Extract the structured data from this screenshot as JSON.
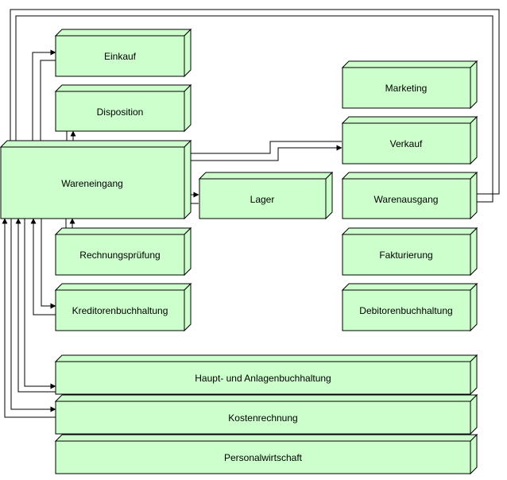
{
  "boxes": {
    "einkauf": "Einkauf",
    "disposition": "Disposition",
    "wareneingang": "Wareneingang",
    "lager": "Lager",
    "rechnungspruefung": "Rechnungsprüfung",
    "kreditorenbuchhaltung": "Kreditorenbuchhaltung",
    "marketing": "Marketing",
    "verkauf": "Verkauf",
    "warenausgang": "Warenausgang",
    "fakturierung": "Fakturierung",
    "debitorenbuchhaltung": "Debitorenbuchhaltung",
    "haupt_anlagen": "Haupt- und Anlagenbuchhaltung",
    "kostenrechnung": "Kostenrechnung",
    "personalwirtschaft": "Personalwirtschaft"
  },
  "colors": {
    "box_fill": "#ccffcc",
    "line": "#000000"
  }
}
